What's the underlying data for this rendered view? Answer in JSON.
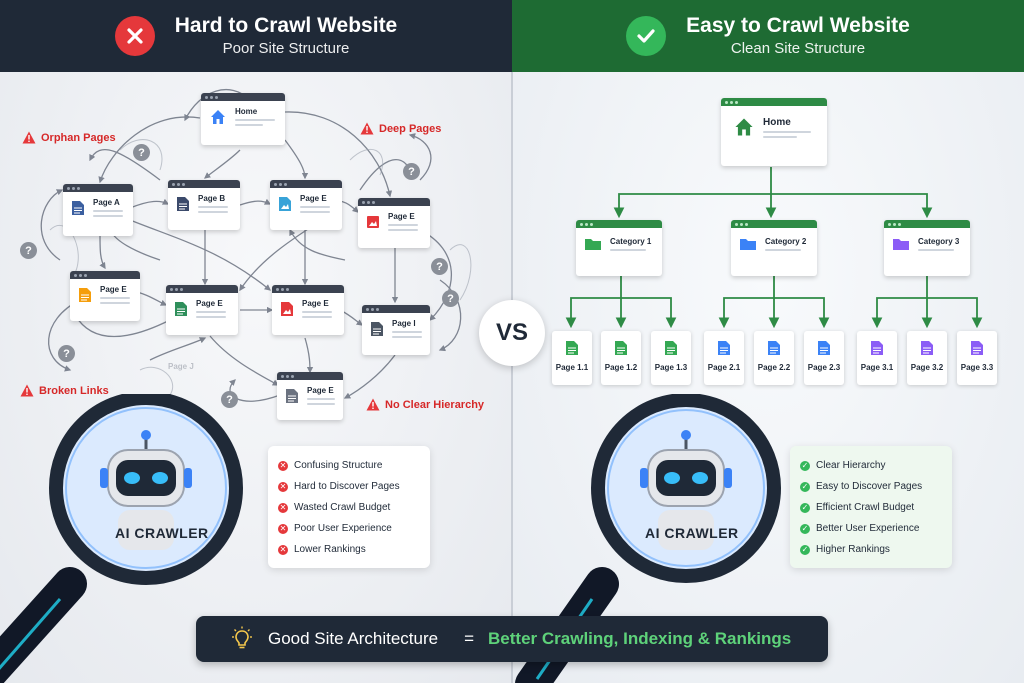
{
  "left": {
    "title": "Hard to Crawl Website",
    "subtitle": "Poor Site Structure",
    "home": "Home",
    "pages": [
      "Page A",
      "Page B",
      "Page E",
      "Page E",
      "Page E",
      "Page E",
      "Page E",
      "Page I",
      "Page E"
    ],
    "faded_page": "Page J",
    "warnings": {
      "orphan": "Orphan Pages",
      "deep": "Deep Pages",
      "broken": "Broken Links",
      "hierarchy": "No Clear Hierarchy"
    },
    "list": [
      "Confusing Structure",
      "Hard to Discover Pages",
      "Wasted Crawl Budget",
      "Poor User Experience",
      "Lower Rankings"
    ],
    "crawler": "AI CRAWLER"
  },
  "vs": "VS",
  "right": {
    "title": "Easy to Crawl Website",
    "subtitle": "Clean Site Structure",
    "home": "Home",
    "categories": [
      {
        "name": "Category 1",
        "color": "#34a853",
        "pages": [
          "Page 1.1",
          "Page 1.2",
          "Page 1.3"
        ]
      },
      {
        "name": "Category 2",
        "color": "#3b82f6",
        "pages": [
          "Page 2.1",
          "Page 2.2",
          "Page 2.3"
        ]
      },
      {
        "name": "Category 3",
        "color": "#8b5cf6",
        "pages": [
          "Page 3.1",
          "Page 3.2",
          "Page 3.3"
        ]
      }
    ],
    "list": [
      "Clear Hierarchy",
      "Easy to Discover Pages",
      "Efficient Crawl Budget",
      "Better User Experience",
      "Higher Rankings"
    ],
    "crawler": "AI CRAWLER"
  },
  "footer": {
    "left": "Good Site Architecture",
    "equals": "=",
    "right": "Better Crawling, Indexing & Rankings"
  },
  "colors": {
    "bad": "#e5383b",
    "good": "#34b75a",
    "dark": "#1f2937",
    "accent_green": "#5ed27a"
  },
  "icons": {
    "bad_badge": "x-icon",
    "good_badge": "check-icon",
    "home": "house-icon",
    "warning": "warning-triangle-icon",
    "footer": "lightbulb-icon"
  }
}
